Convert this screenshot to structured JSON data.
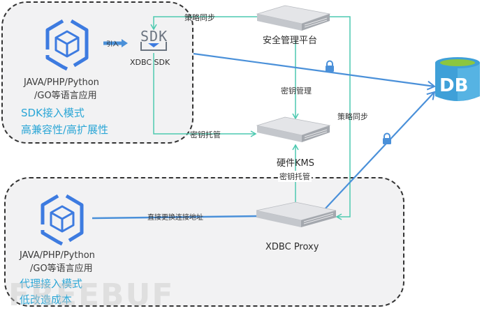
{
  "zones": {
    "sdk": {
      "app_label_line1": "JAVA/PHP/Python",
      "app_label_line2": "/GO等语言应用",
      "mode_title": "SDK接入模式",
      "mode_desc": "高兼容性/高扩展性"
    },
    "proxy": {
      "app_label_line1": "JAVA/PHP/Python",
      "app_label_line2": "/GO等语言应用",
      "mode_title": "代理接入模式",
      "mode_desc": "低改造成本"
    }
  },
  "nodes": {
    "sdk_icon_text": "SDK",
    "sdk_label": "XDBC SDK",
    "security_platform": "安全管理平台",
    "kms": "硬件KMS",
    "proxy": "XDBC Proxy",
    "db": "DB"
  },
  "edges": {
    "import": "引入",
    "policy_sync_sdk": "策略同步",
    "key_management": "密钥管理",
    "policy_sync_proxy": "策略同步",
    "key_escrow_sdk": "密钥托管",
    "key_escrow_proxy": "密钥托管",
    "direct_replace": "直接更换连接地址"
  },
  "watermark": "FREEBUF",
  "colors": {
    "blue_line": "#4a90d9",
    "green_line": "#4cc9b0",
    "mode_text": "#2aa6d6",
    "app_icon": "#3d7be0",
    "db_body": "#3fa0d8",
    "db_top": "#8cc63f"
  }
}
